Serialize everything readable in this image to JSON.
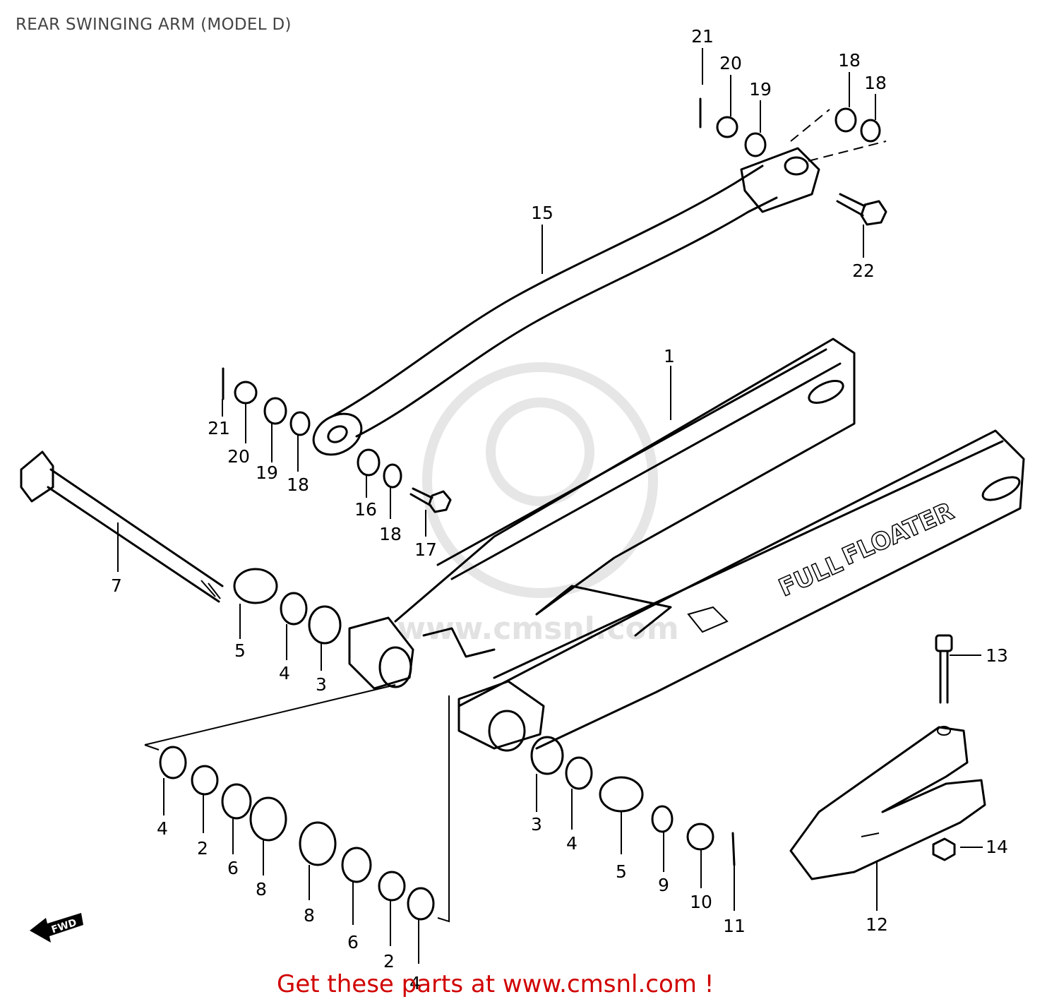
{
  "title": "REAR SWINGING ARM (MODEL D)",
  "footer": "Get these parts at www.cmsnl.com !",
  "watermark": "www.cmsnl.com",
  "arm_decal": {
    "line1": "FULL",
    "line2": "FLOATER"
  },
  "fwd_label": "FWD",
  "callouts": {
    "p1": "1",
    "p2a": "2",
    "p2b": "2",
    "p3a": "3",
    "p3b": "3",
    "p4a": "4",
    "p4b": "4",
    "p4c": "4",
    "p4d": "4",
    "p5a": "5",
    "p5b": "5",
    "p6a": "6",
    "p6b": "6",
    "p7": "7",
    "p8a": "8",
    "p8b": "8",
    "p9": "9",
    "p10": "10",
    "p11": "11",
    "p12": "12",
    "p13": "13",
    "p14": "14",
    "p15": "15",
    "p16": "16",
    "p17": "17",
    "p18a": "18",
    "p18b": "18",
    "p18c": "18",
    "p18d": "18",
    "p19a": "19",
    "p19b": "19",
    "p20a": "20",
    "p20b": "20",
    "p21a": "21",
    "p21b": "21",
    "p22": "22"
  }
}
